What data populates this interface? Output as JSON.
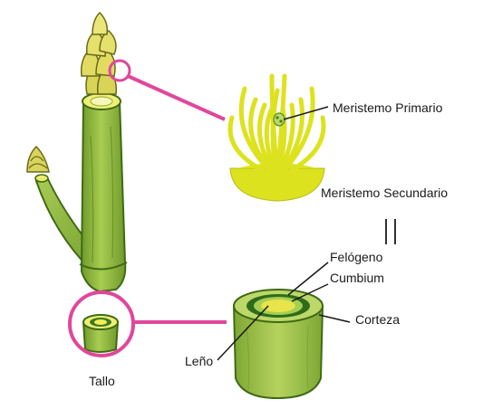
{
  "labels": {
    "meristemo_primario": "Meristemo Primario",
    "meristemo_secundario": "Meristemo Secundario",
    "felogeno": "Felógeno",
    "cumbium": "Cumbium",
    "corteza": "Corteza",
    "leno": "Leño",
    "tallo": "Tallo"
  },
  "colors": {
    "stem_green": "#8fb63a",
    "stem_dark": "#4f7a1e",
    "bud_yellow": "#e3e07a",
    "meristem_yellow": "#dde21f",
    "highlight_pink": "#e0479b",
    "cambium_dark_green": "#2f6b1c",
    "wood_yellow": "#e8e44a"
  }
}
